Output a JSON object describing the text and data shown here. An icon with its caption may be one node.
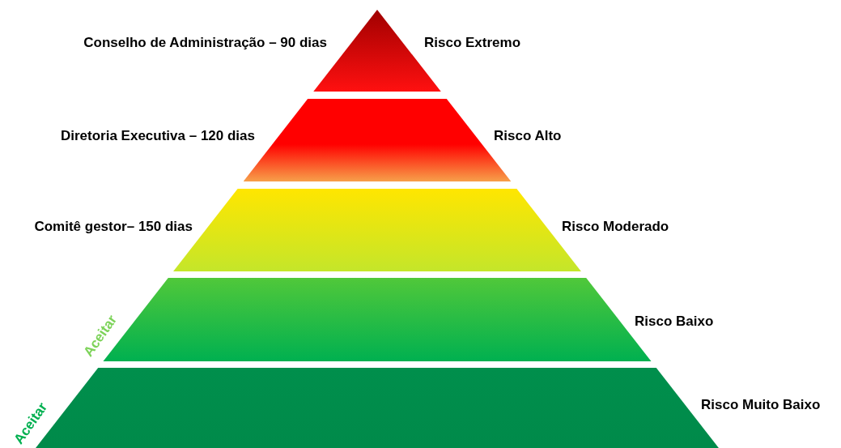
{
  "diagram": {
    "nodes": [
      {
        "text": [],
        "shape": "triangle",
        "beside": [
          "Conselho de Administração – 90 dias",
          "Risco Extremo"
        ]
      },
      {
        "text": [],
        "shape": "trapezoid",
        "beside": [
          "Diretoria Executiva – 120 dias",
          "Risco Alto"
        ]
      },
      {
        "text": [],
        "shape": "trapezoid",
        "beside": [
          "Comitê gestor– 150 dias",
          "Risco Moderado"
        ]
      },
      {
        "text": [],
        "shape": "trapezoid",
        "beside": [
          "Aceitar",
          "Risco Baixo"
        ]
      },
      {
        "text": [],
        "shape": "trapezoid",
        "beside": [
          "Aceitar",
          "Risco Muito Baixo"
        ]
      }
    ]
  }
}
